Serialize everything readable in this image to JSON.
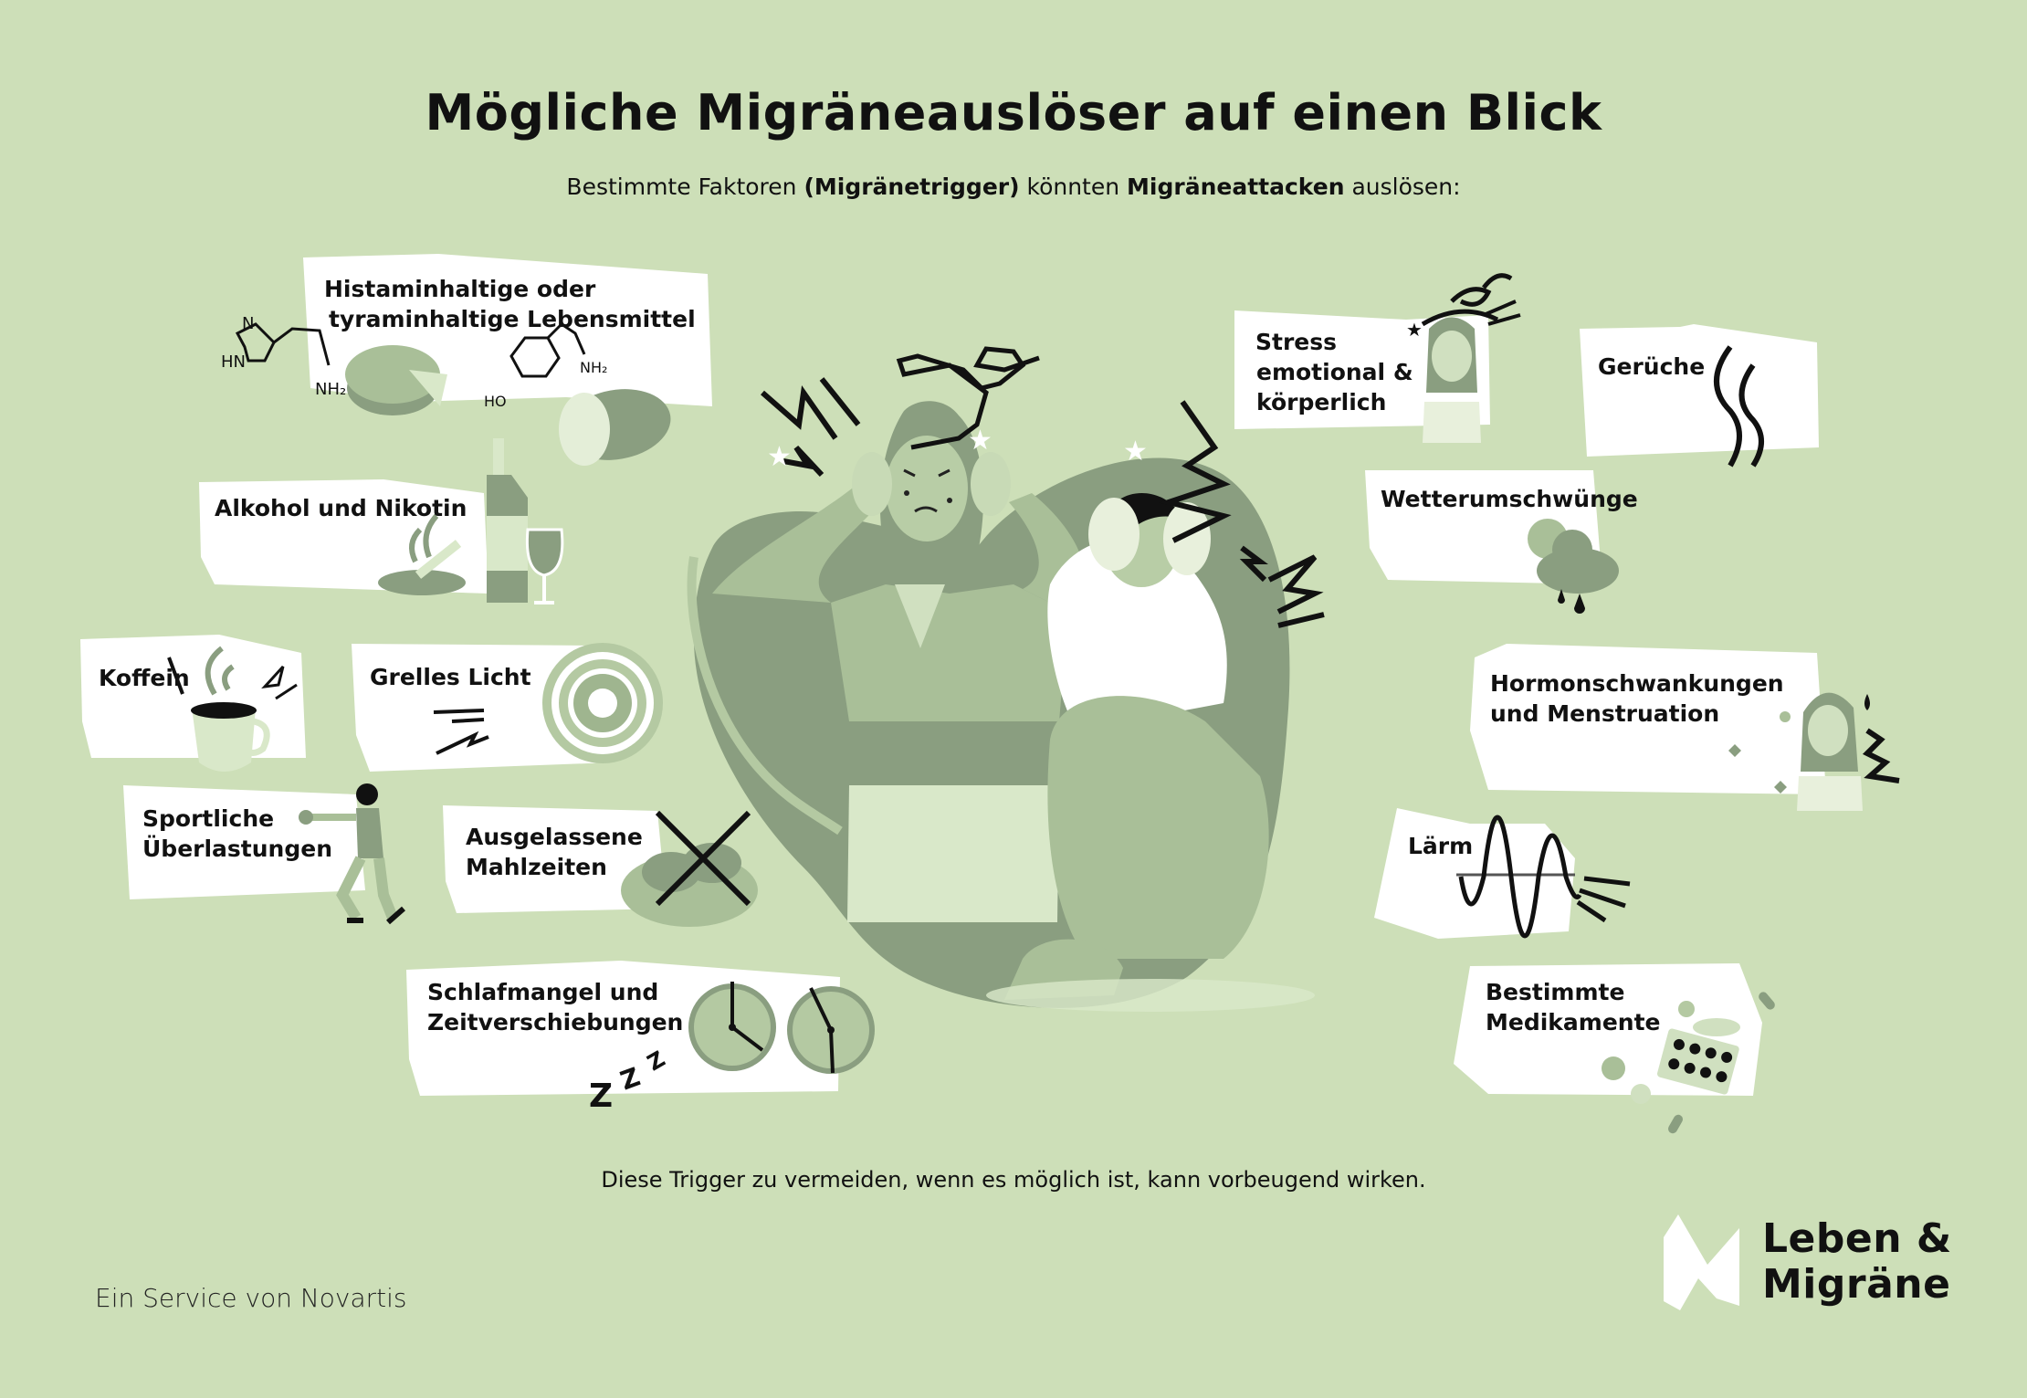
{
  "header": {
    "title": "Mögliche Migräneauslöser auf einen Blick",
    "subtitle_parts": {
      "p1": "Bestimmte Faktoren ",
      "b1": "(Migränetrigger)",
      "p2": " könnten ",
      "b2": "Migräneattacken",
      "p3": " auslösen:"
    }
  },
  "triggers": {
    "histamin": {
      "line1": "Histaminhaltige oder",
      "line2": "tyraminhaltige Lebensmittel",
      "chem_nh2_left": "NH₂",
      "chem_hn": "HN",
      "chem_n": "N",
      "chem_ho": "HO",
      "chem_nh2_right": "NH₂"
    },
    "alkohol": {
      "label": "Alkohol und Nikotin"
    },
    "koffein": {
      "label": "Koffein"
    },
    "licht": {
      "label": "Grelles Licht"
    },
    "sport": {
      "line1": "Sportliche",
      "line2": "Überlastungen"
    },
    "mahlzeiten": {
      "line1": "Ausgelassene",
      "line2": "Mahlzeiten"
    },
    "schlaf": {
      "line1": "Schlafmangel und",
      "line2": "Zeitverschiebungen",
      "zzz": "Z"
    },
    "stress": {
      "line1": "Stress",
      "line2": "emotional &",
      "line3": "körperlich"
    },
    "gerueche": {
      "label": "Gerüche"
    },
    "wetter": {
      "label": "Wetterumschwünge"
    },
    "hormone": {
      "line1": "Hormonschwankungen",
      "line2": "und Menstruation"
    },
    "laerm": {
      "label": "Lärm"
    },
    "medikamente": {
      "line1": "Bestimmte",
      "line2": "Medikamente"
    }
  },
  "footer": {
    "note": "Diese Trigger zu vermeiden, wenn es möglich ist, kann vorbeugend wirken.",
    "service": "Ein Service von Novartis",
    "logo_line1": "Leben &",
    "logo_line2": "Migräne"
  },
  "colors": {
    "background": "#cddfb8",
    "card": "#ffffff",
    "dark_green": "#8a9e80",
    "mid_green": "#a9bf98",
    "light_green": "#d9e8c9",
    "ink": "#111111"
  }
}
